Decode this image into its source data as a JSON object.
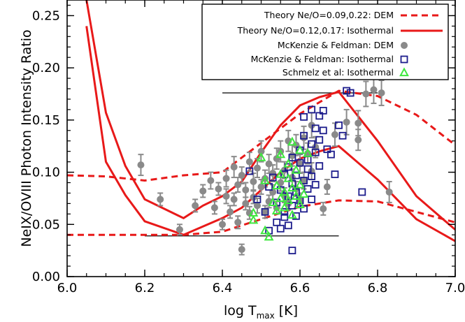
{
  "chart_data": {
    "type": "scatter",
    "xlabel": "log T",
    "xlabel_sub": "max",
    "xlabel_unit": " [K]",
    "ylabel": "NeIX/OVIII Photon Intensity Ratio",
    "xlim": [
      6.0,
      7.0
    ],
    "ylim": [
      0.0,
      0.265
    ],
    "x_ticks": [
      6.0,
      6.2,
      6.4,
      6.6,
      6.8,
      7.0
    ],
    "x_tick_labels": [
      "6.0",
      "6.2",
      "6.4",
      "6.6",
      "6.8",
      "7.0"
    ],
    "y_ticks": [
      0.0,
      0.05,
      0.1,
      0.15,
      0.2,
      0.25
    ],
    "y_tick_labels": [
      "0.00",
      "0.05",
      "0.10",
      "0.15",
      "0.20",
      "0.25"
    ],
    "grid": false,
    "legend_placement": "top-right",
    "colors": {
      "theory": "#e81919",
      "mckenzie": "#8a8a8a",
      "iso": "#1c1c8c",
      "schmelz": "#3ee83e"
    },
    "series": [
      {
        "name": "Theory Ne/O=0.09,0.22: DEM",
        "kind": "dashed-line",
        "curves": [
          {
            "x": [
              6.0,
              6.1,
              6.2,
              6.3,
              6.4,
              6.5,
              6.6,
              6.7,
              6.8,
              6.9,
              7.0
            ],
            "y": [
              0.097,
              0.096,
              0.092,
              0.097,
              0.1,
              0.128,
              0.156,
              0.178,
              0.173,
              0.155,
              0.126
            ]
          },
          {
            "x": [
              6.0,
              6.1,
              6.2,
              6.3,
              6.4,
              6.5,
              6.6,
              6.7,
              6.8,
              6.9,
              7.0
            ],
            "y": [
              0.04,
              0.04,
              0.04,
              0.04,
              0.043,
              0.055,
              0.067,
              0.073,
              0.072,
              0.062,
              0.052
            ]
          }
        ]
      },
      {
        "name": "Theory Ne/O=0.12,0.17: Isothermal",
        "kind": "solid-line",
        "curves": [
          {
            "x": [
              6.05,
              6.1,
              6.15,
              6.2,
              6.3,
              6.35,
              6.4,
              6.45,
              6.5,
              6.55,
              6.6,
              6.65,
              6.7,
              6.8,
              6.9,
              7.0
            ],
            "y": [
              0.265,
              0.157,
              0.106,
              0.074,
              0.056,
              0.068,
              0.077,
              0.091,
              0.119,
              0.145,
              0.164,
              0.172,
              0.177,
              0.13,
              0.077,
              0.045
            ]
          },
          {
            "x": [
              6.05,
              6.1,
              6.15,
              6.2,
              6.3,
              6.35,
              6.4,
              6.45,
              6.5,
              6.55,
              6.6,
              6.65,
              6.7,
              6.8,
              6.9,
              7.0
            ],
            "y": [
              0.24,
              0.11,
              0.078,
              0.053,
              0.04,
              0.048,
              0.056,
              0.066,
              0.083,
              0.1,
              0.113,
              0.12,
              0.125,
              0.093,
              0.055,
              0.034
            ]
          }
        ]
      },
      {
        "name": "McKenzie & Feldman: DEM",
        "kind": "filled-circle",
        "points": [
          [
            6.19,
            0.107,
            0.01
          ],
          [
            6.24,
            0.074,
            0.006
          ],
          [
            6.29,
            0.045,
            0.005
          ],
          [
            6.33,
            0.068,
            0.006
          ],
          [
            6.35,
            0.082,
            0.006
          ],
          [
            6.37,
            0.092,
            0.008
          ],
          [
            6.38,
            0.066,
            0.006
          ],
          [
            6.39,
            0.084,
            0.006
          ],
          [
            6.4,
            0.05,
            0.005
          ],
          [
            6.41,
            0.077,
            0.007
          ],
          [
            6.41,
            0.094,
            0.008
          ],
          [
            6.42,
            0.062,
            0.006
          ],
          [
            6.43,
            0.105,
            0.01
          ],
          [
            6.43,
            0.074,
            0.006
          ],
          [
            6.44,
            0.088,
            0.007
          ],
          [
            6.44,
            0.052,
            0.006
          ],
          [
            6.45,
            0.097,
            0.008
          ],
          [
            6.45,
            0.026,
            0.005
          ],
          [
            6.46,
            0.083,
            0.007
          ],
          [
            6.46,
            0.07,
            0.006
          ],
          [
            6.47,
            0.11,
            0.009
          ],
          [
            6.47,
            0.061,
            0.006
          ],
          [
            6.48,
            0.091,
            0.008
          ],
          [
            6.48,
            0.076,
            0.006
          ],
          [
            6.49,
            0.104,
            0.009
          ],
          [
            6.49,
            0.068,
            0.007
          ],
          [
            6.5,
            0.12,
            0.01
          ],
          [
            6.5,
            0.086,
            0.007
          ],
          [
            6.51,
            0.094,
            0.008
          ],
          [
            6.51,
            0.062,
            0.006
          ],
          [
            6.52,
            0.108,
            0.009
          ],
          [
            6.52,
            0.072,
            0.006
          ],
          [
            6.53,
            0.099,
            0.008
          ],
          [
            6.53,
            0.081,
            0.007
          ],
          [
            6.54,
            0.113,
            0.01
          ],
          [
            6.54,
            0.066,
            0.006
          ],
          [
            6.55,
            0.09,
            0.008
          ],
          [
            6.55,
            0.12,
            0.01
          ],
          [
            6.56,
            0.078,
            0.007
          ],
          [
            6.56,
            0.102,
            0.008
          ],
          [
            6.57,
            0.13,
            0.01
          ],
          [
            6.57,
            0.07,
            0.006
          ],
          [
            6.58,
            0.095,
            0.008
          ],
          [
            6.58,
            0.116,
            0.01
          ],
          [
            6.59,
            0.084,
            0.007
          ],
          [
            6.59,
            0.126,
            0.01
          ],
          [
            6.6,
            0.108,
            0.009
          ],
          [
            6.6,
            0.073,
            0.007
          ],
          [
            6.61,
            0.133,
            0.011
          ],
          [
            6.61,
            0.092,
            0.008
          ],
          [
            6.62,
            0.118,
            0.01
          ],
          [
            6.63,
            0.145,
            0.012
          ],
          [
            6.63,
            0.101,
            0.008
          ],
          [
            6.64,
            0.124,
            0.01
          ],
          [
            6.66,
            0.065,
            0.006
          ],
          [
            6.67,
            0.086,
            0.007
          ],
          [
            6.69,
            0.136,
            0.011
          ],
          [
            6.72,
            0.148,
            0.012
          ],
          [
            6.75,
            0.147,
            0.012
          ],
          [
            6.75,
            0.131,
            0.01
          ],
          [
            6.77,
            0.175,
            0.012
          ],
          [
            6.79,
            0.179,
            0.013
          ],
          [
            6.81,
            0.176,
            0.012
          ],
          [
            6.83,
            0.081,
            0.01
          ]
        ]
      },
      {
        "name": "McKenzie & Feldman: Isothermal",
        "kind": "open-square",
        "points": [
          [
            6.47,
            0.101
          ],
          [
            6.49,
            0.074
          ],
          [
            6.51,
            0.062
          ],
          [
            6.52,
            0.044
          ],
          [
            6.52,
            0.086
          ],
          [
            6.53,
            0.095
          ],
          [
            6.54,
            0.052
          ],
          [
            6.54,
            0.071
          ],
          [
            6.55,
            0.083
          ],
          [
            6.55,
            0.046
          ],
          [
            6.56,
            0.062
          ],
          [
            6.56,
            0.098
          ],
          [
            6.56,
            0.057
          ],
          [
            6.57,
            0.077
          ],
          [
            6.57,
            0.049
          ],
          [
            6.57,
            0.105
          ],
          [
            6.58,
            0.068
          ],
          [
            6.58,
            0.089
          ],
          [
            6.58,
            0.025
          ],
          [
            6.58,
            0.114
          ],
          [
            6.59,
            0.081
          ],
          [
            6.59,
            0.058
          ],
          [
            6.59,
            0.097
          ],
          [
            6.6,
            0.073
          ],
          [
            6.6,
            0.109
          ],
          [
            6.6,
            0.121
          ],
          [
            6.61,
            0.092
          ],
          [
            6.61,
            0.065
          ],
          [
            6.61,
            0.135
          ],
          [
            6.62,
            0.084
          ],
          [
            6.62,
            0.112
          ],
          [
            6.62,
            0.103
          ],
          [
            6.63,
            0.127
          ],
          [
            6.63,
            0.096
          ],
          [
            6.63,
            0.074
          ],
          [
            6.64,
            0.142
          ],
          [
            6.64,
            0.119
          ],
          [
            6.64,
            0.088
          ],
          [
            6.65,
            0.154
          ],
          [
            6.65,
            0.106
          ],
          [
            6.65,
            0.131
          ],
          [
            6.66,
            0.159
          ],
          [
            6.66,
            0.14
          ],
          [
            6.67,
            0.122
          ],
          [
            6.68,
            0.117
          ],
          [
            6.69,
            0.098
          ],
          [
            6.7,
            0.145
          ],
          [
            6.71,
            0.135
          ],
          [
            6.72,
            0.178
          ],
          [
            6.73,
            0.176
          ],
          [
            6.76,
            0.081
          ],
          [
            6.61,
            0.153
          ],
          [
            6.63,
            0.16
          ]
        ]
      },
      {
        "name": "Schmelz et al: Isothermal",
        "kind": "triangle",
        "points": [
          [
            6.48,
            0.061
          ],
          [
            6.48,
            0.054
          ],
          [
            6.5,
            0.114
          ],
          [
            6.51,
            0.044
          ],
          [
            6.51,
            0.092
          ],
          [
            6.52,
            0.038
          ],
          [
            6.53,
            0.071
          ],
          [
            6.54,
            0.063
          ],
          [
            6.54,
            0.087
          ],
          [
            6.55,
            0.075
          ],
          [
            6.55,
            0.098
          ],
          [
            6.55,
            0.117
          ],
          [
            6.56,
            0.066
          ],
          [
            6.56,
            0.081
          ],
          [
            6.57,
            0.094
          ],
          [
            6.57,
            0.108
          ],
          [
            6.57,
            0.073
          ],
          [
            6.58,
            0.059
          ],
          [
            6.58,
            0.085
          ],
          [
            6.59,
            0.077
          ],
          [
            6.59,
            0.102
          ],
          [
            6.6,
            0.069
          ],
          [
            6.6,
            0.088
          ],
          [
            6.61,
            0.079
          ],
          [
            6.62,
            0.118
          ],
          [
            6.6,
            0.121
          ],
          [
            6.58,
            0.129
          ]
        ]
      }
    ],
    "reference_lines": [
      {
        "x": [
          6.4,
          6.8
        ],
        "y": [
          0.176,
          0.176
        ]
      },
      {
        "x": [
          6.2,
          6.7
        ],
        "y": [
          0.039,
          0.039
        ]
      }
    ]
  },
  "legend": {
    "entries": [
      {
        "label": "Theory Ne/O=0.09,0.22: DEM",
        "marker": "dashed-line"
      },
      {
        "label": "Theory Ne/O=0.12,0.17: Isothermal",
        "marker": "solid-line"
      },
      {
        "label": "McKenzie & Feldman: DEM",
        "marker": "filled-circle"
      },
      {
        "label": "McKenzie & Feldman: Isothermal",
        "marker": "open-square"
      },
      {
        "label": "Schmelz et al: Isothermal",
        "marker": "triangle"
      }
    ]
  }
}
